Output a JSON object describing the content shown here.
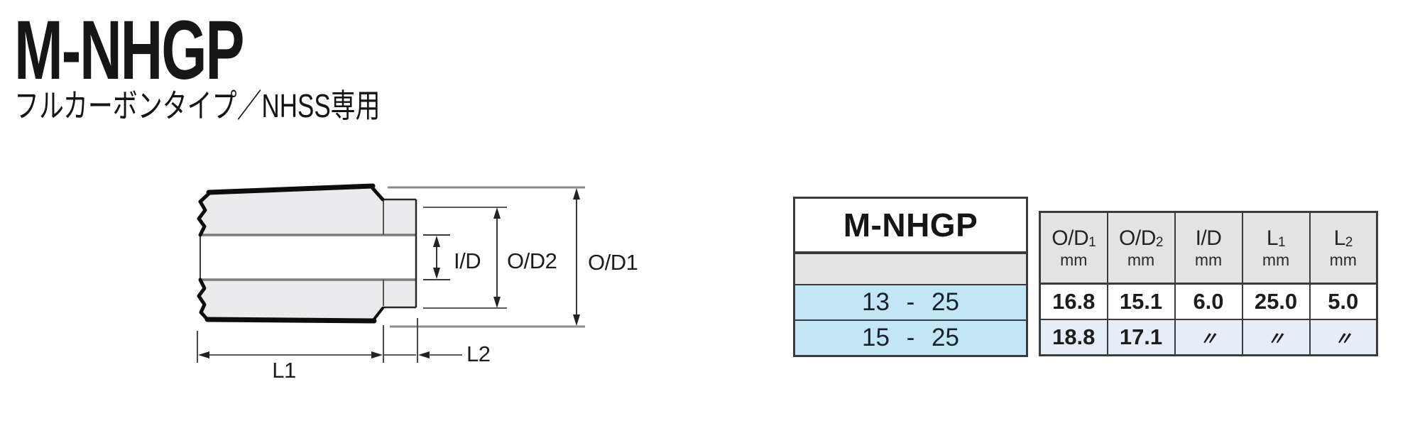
{
  "page": {
    "title": "M-NHGP",
    "subtitle": "フルカーボンタイプ／NHSS専用"
  },
  "diagram": {
    "labels": {
      "id": "I/D",
      "od2": "O/D2",
      "od1": "O/D1",
      "l1": "L1",
      "l2": "L2"
    }
  },
  "model_table": {
    "header": "M-NHGP",
    "rows": [
      "13 - 25",
      "15 - 25"
    ]
  },
  "spec_table": {
    "columns": [
      {
        "label": "O/D",
        "sub": "1",
        "unit": "mm"
      },
      {
        "label": "O/D",
        "sub": "2",
        "unit": "mm"
      },
      {
        "label": "I/D",
        "sub": "",
        "unit": "mm"
      },
      {
        "label": "L",
        "sub": "1",
        "unit": "mm"
      },
      {
        "label": "L",
        "sub": "2",
        "unit": "mm"
      }
    ],
    "rows": [
      [
        "16.8",
        "15.1",
        "6.0",
        "25.0",
        "5.0"
      ],
      [
        "18.8",
        "17.1",
        "〃",
        "〃",
        "〃"
      ]
    ]
  },
  "colors": {
    "row_blue": "#c3e6f7",
    "header_gray": "#e3e3e3",
    "row_alt_blue": "#e7edf6",
    "table_border": "#3b3b3b",
    "part_fill": "#ebebed",
    "dim_line": "#5a5a5a",
    "ext_line": "#8c8c8c"
  }
}
